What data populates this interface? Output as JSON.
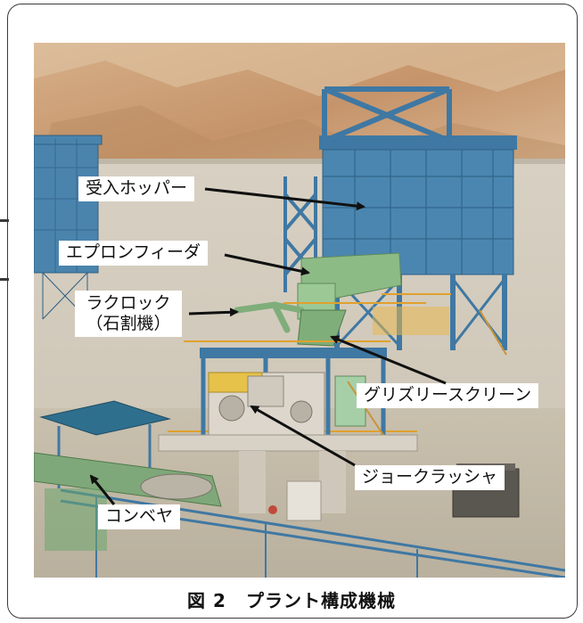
{
  "figure": {
    "caption_prefix": "図",
    "caption_number": "2",
    "caption_title": "プラント構成機械"
  },
  "labels": {
    "hopper": "受入ホッパー",
    "apron_feeder": "エプロンフィーダ",
    "rock_breaker_line1": "ラクロック",
    "rock_breaker_line2": "（石割機）",
    "grizzly_screen": "グリズリースクリーン",
    "jaw_crusher": "ジョークラッシャ",
    "conveyor": "コンベヤ"
  },
  "colors": {
    "steel_blue": "#4a84ad",
    "apron_green": "#8dbb86",
    "rock_tan": "#c89a6c",
    "concrete": "#d9d2c4",
    "label_bg": "#ffffff",
    "arrow": "#111111"
  }
}
